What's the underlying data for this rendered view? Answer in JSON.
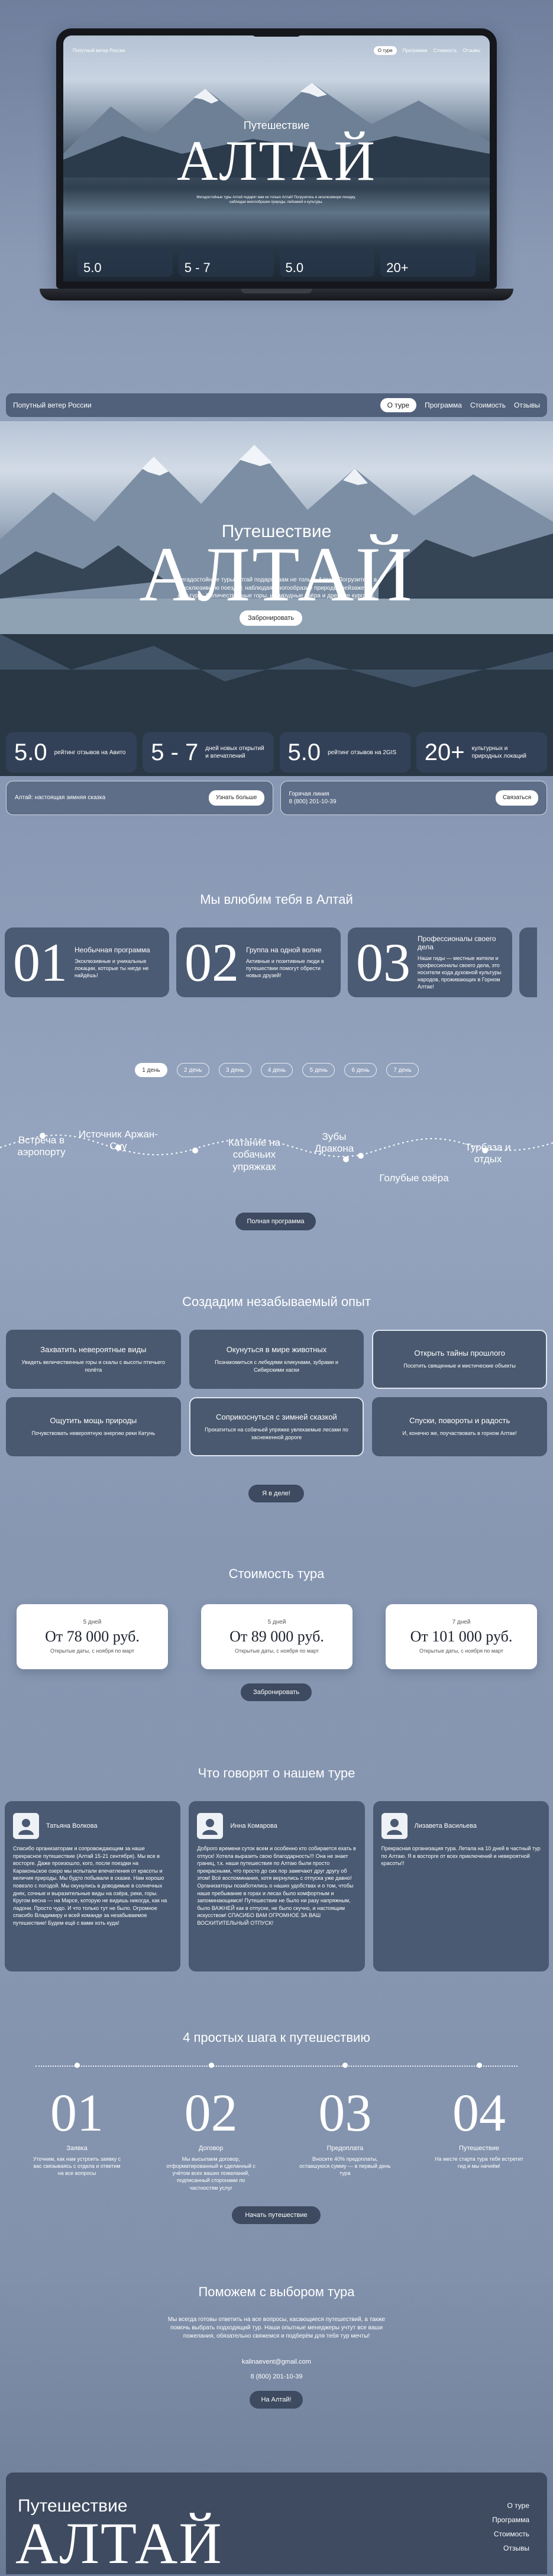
{
  "mockup": {
    "nav_brand": "Попутный ветер России",
    "nav_links": [
      "О туре",
      "Программа",
      "Стоимость",
      "Отзывы"
    ],
    "title_small": "Путешествие",
    "title_big": "АЛТАЙ",
    "description": "Мегадостойные туры Алтай подарят вам не только Алтай! Погрузитесь в эксклюзивную поездку, наблюдая многообразие природы, пейзажей и культуры.",
    "stats": [
      "5.0",
      "5 - 7",
      "5.0",
      "20+"
    ]
  },
  "nav": {
    "brand": "Попутный ветер России",
    "links": [
      "О туре",
      "Программа",
      "Стоимость",
      "Отзывы"
    ]
  },
  "hero": {
    "title_small": "Путешествие",
    "title_big": "АЛТАЙ",
    "description": "Мегадостойные туры Алтай подарят вам не только Алтай! Погрузитесь в эксклюзивную поездку, наблюдая многообразие природы, пейзажей и культуры. Величественные горы, изумрудные озёра и древние курганы.",
    "cta": "Забронировать"
  },
  "stats": [
    {
      "num": "5.0",
      "label": "рейтинг отзывов на Авито"
    },
    {
      "num": "5 - 7",
      "label": "дней новых открытий и впечатлений"
    },
    {
      "num": "5.0",
      "label": "рейтинг отзывов на 2GIS"
    },
    {
      "num": "20+",
      "label": "культурных и природных локаций"
    }
  ],
  "promos": [
    {
      "text": "Алтай: настоящая зимняя сказка",
      "button": "Узнать больше"
    },
    {
      "text": "Горячая линия\n8 (800) 201-10-39",
      "button": "Связаться"
    }
  ],
  "why": {
    "title": "Мы влюбим тебя в Алтай",
    "cards": [
      {
        "num": "01",
        "title": "Необычная программа",
        "desc": "Эксклюзивные и уникальные локации, которые ты нигде не найдёшь!"
      },
      {
        "num": "02",
        "title": "Группа на одной волне",
        "desc": "Активные и позитивные люди в путешествии помогут обрести новых друзей!"
      },
      {
        "num": "03",
        "title": "Профессионалы своего дела",
        "desc": "Наши гиды — местные жители и профессионалы своего дела, это носители кода духовной культуры народов, проживающих в Горном Алтае!"
      }
    ]
  },
  "days": [
    "1 день",
    "2 день",
    "3 день",
    "4 день",
    "5 день",
    "6 день",
    "7 день"
  ],
  "route": {
    "stops": [
      "Встреча в аэропорту",
      "Источник Аржан-Суу",
      "Катание на собачьих упряжках",
      "Зубы Дракона",
      "Голубые озёра",
      "Турбаза и отдых"
    ],
    "button": "Полная программа"
  },
  "experience": {
    "title": "Создадим незабываемый опыт",
    "cards": [
      {
        "title": "Захватить невероятные виды",
        "desc": "Увидеть величественные горы и скалы с высоты птичьего полёта"
      },
      {
        "title": "Окунуться в мире животных",
        "desc": "Познакомиться с лебедями кликунами, зубрами и Сибирскими хаски"
      },
      {
        "title": "Открыть тайны прошлого",
        "desc": "Посетить священные и мистические объекты"
      },
      {
        "title": "Ощутить мощь природы",
        "desc": "Почувствовать невероятную энергию реки Катунь"
      },
      {
        "title": "Соприкоснуться с зимней сказкой",
        "desc": "Прокатиться на собачьей упряжке увлекаемые лесами по заснеженной дороге"
      },
      {
        "title": "Спуски, повороты и радость",
        "desc": "И, конечно же, поучаствовать в горном Алтае!"
      }
    ],
    "button": "Я в деле!"
  },
  "prices": {
    "title": "Стоимость тура",
    "cards": [
      {
        "days": "5 дней",
        "price": "От 78 000 руб.",
        "note": "Открытые даты, с ноября по март"
      },
      {
        "days": "5 дней",
        "price": "От 89 000 руб.",
        "note": "Открытые даты, с ноября по март"
      },
      {
        "days": "7 дней",
        "price": "От 101 000 руб.",
        "note": "Открытые даты, с ноября по март"
      }
    ],
    "button": "Забронировать"
  },
  "reviews": {
    "title": "Что говорят о нашем туре",
    "items": [
      {
        "name": "Татьяна Волкова",
        "text": "Спасибо организаторам и сопровождающим за наше прекрасное путешествие (Алтай 15-21 сентября). Мы все в восторге. Даже произошло, кого, после поездки на Караконьское озеро мы испытали впечатления от красоты и величия природы. Мы будто побывали в сказке. Нам хорошо повезло с погодой. Мы окунулись в доводимые в солнечных днях, сочные и выразительные виды на озёра, реки, горы. Кругом весна — на Марсе, которую не видишь никогда, как на ладони. Просто чудо. И что только тут не было. Огромное спасибо Владимиру и всей команде за незабываемое путешествие! Будем ещё с вами хоть куда!"
      },
      {
        "name": "Инна Комарова",
        "text": "Доброго времени суток всем и особенно кто собирается ехать в отпуск! Хотела выразить свою благодарность!!! Она не знает границ, т.к. наши путешествия по Алтаю были просто прекрасными, что просто до сих пор замечают друг другу об этом! Всё воспоминания, хотя вернулись с отпуска уже давно! Организаторы позаботились о наших удобствах и о том, чтобы наше пребывание в горах и лесах было комфортным и запоминающимся! Путешествие не было ни разу напряжным, было ВАЖНЕЙ как в отпуске, не было скучно, и настоящим искусством! СПАСИБО ВАМ ОГРОМНОЕ ЗА ВАШ ВОСХИТИТЕЛЬНЫЙ ОТПУСК!"
      },
      {
        "name": "Лизавета Васильева",
        "text": "Прекрасная организация тура. Летала на 10 дней в частный тур по Алтаю. Я в восторге от всех приключений и невероятной красоты!!"
      }
    ]
  },
  "steps": {
    "title": "4 простых шага к путешествию",
    "items": [
      {
        "num": "01",
        "title": "Заявка",
        "desc": "Уточним, как нам устроить заявку с вас связываясь с отдела и ответим на все вопросы"
      },
      {
        "num": "02",
        "title": "Договор",
        "desc": "Мы высылаем договор, отформатированный и сделанный с учётом всех ваших пожеланий, подписанный сторонами по частностям услуг"
      },
      {
        "num": "03",
        "title": "Предоплата",
        "desc": "Вносите 40% предоплаты, оставшуюся сумму — в первый день тура"
      },
      {
        "num": "04",
        "title": "Путешествие",
        "desc": "На месте старта тура тебя встретит гид и мы начнём!"
      }
    ],
    "button": "Начать путешествие"
  },
  "help": {
    "title": "Поможем с выбором тура",
    "text": "Мы всегда готовы ответить на все вопросы, касающиеся путешествий, а также помочь выбрать подходящий тур. Наши опытные менеджеры учтут все ваши пожелания, обязательно свяжемся и подберём для тебя тур мечты!",
    "email": "kalinaevent@gmail.com",
    "phone": "8 (800) 201-10-39",
    "button": "На Алтай!"
  },
  "footer": {
    "title_small": "Путешествие",
    "title_big": "АЛТАЙ",
    "links": [
      "О туре",
      "Программа",
      "Стоимость",
      "Отзывы"
    ]
  },
  "colors": {
    "background": "#8a99b4",
    "card": "#4c5b74",
    "dark_button": "#3d4a60",
    "white": "#ffffff"
  }
}
